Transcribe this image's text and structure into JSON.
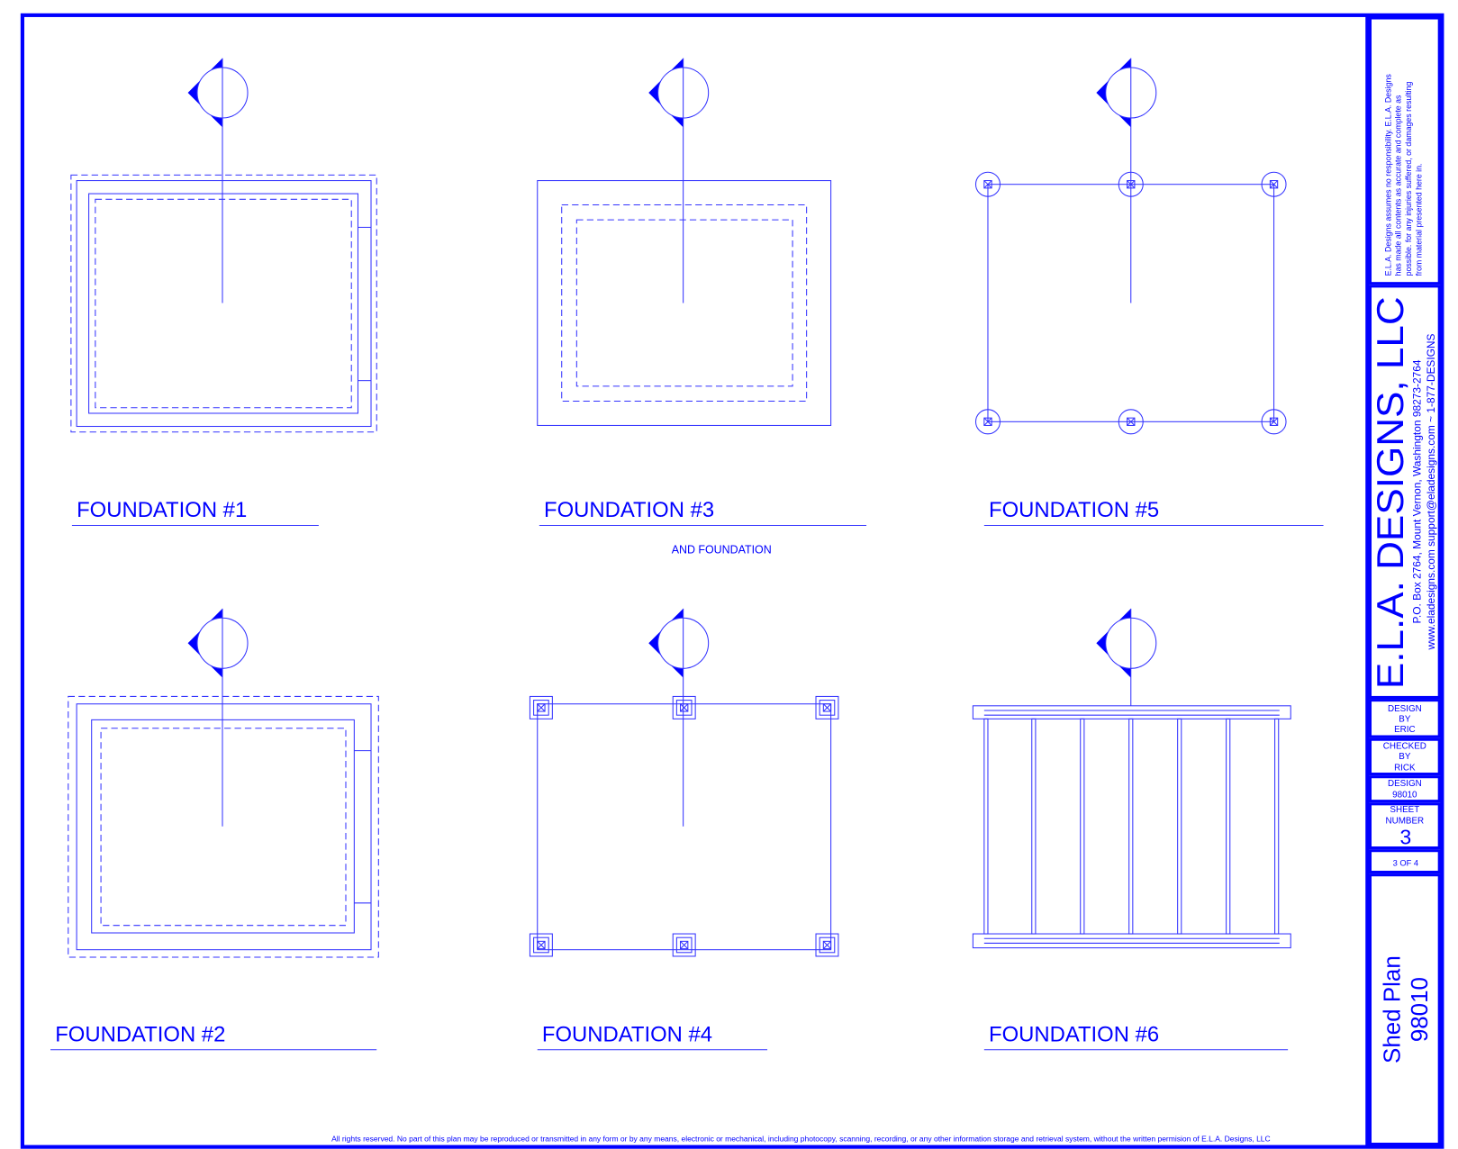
{
  "colors": {
    "ink": "#0000ff",
    "background": "#ffffff"
  },
  "drawings": [
    {
      "label": "FOUNDATION #1"
    },
    {
      "label": "FOUNDATION #3",
      "note": "AND FOUNDATION"
    },
    {
      "label": "FOUNDATION #5"
    },
    {
      "label": "FOUNDATION #2"
    },
    {
      "label": "FOUNDATION #4"
    },
    {
      "label": "FOUNDATION #6"
    }
  ],
  "footer": {
    "copyright": "All rights reserved. No part of this plan may be reproduced or transmitted in any form or by any means, electronic or mechanical, including photocopy, scanning, recording, or any other information storage and retrieval system, without the written permision of E.L.A. Designs, LLC"
  },
  "title_block": {
    "disclaimer": [
      "E.L.A. Designs assumes no responsibility. E.L.A. Designs",
      "has made all contents as accurate and complete as",
      "possible. for any injuries suffered, or damages resulting",
      "from material presented here in."
    ],
    "company": "E.L.A. DESIGNS, LLC",
    "address": "P.O. Box 2764, Mount Vernon, Washington 98273-2764",
    "contact": "www.eladesigns.com support@eladesigns.com ~ 1-877-DESIGNS",
    "design_by": [
      "DESIGN",
      "BY",
      "ERIC"
    ],
    "checked_by": [
      "CHECKED",
      "BY",
      "RICK"
    ],
    "design_no": [
      "DESIGN",
      "98010"
    ],
    "sheet": [
      "SHEET",
      "NUMBER",
      "3"
    ],
    "sheet_of": "3 OF 4",
    "plan_title": [
      "Shed Plan",
      "98010"
    ]
  }
}
